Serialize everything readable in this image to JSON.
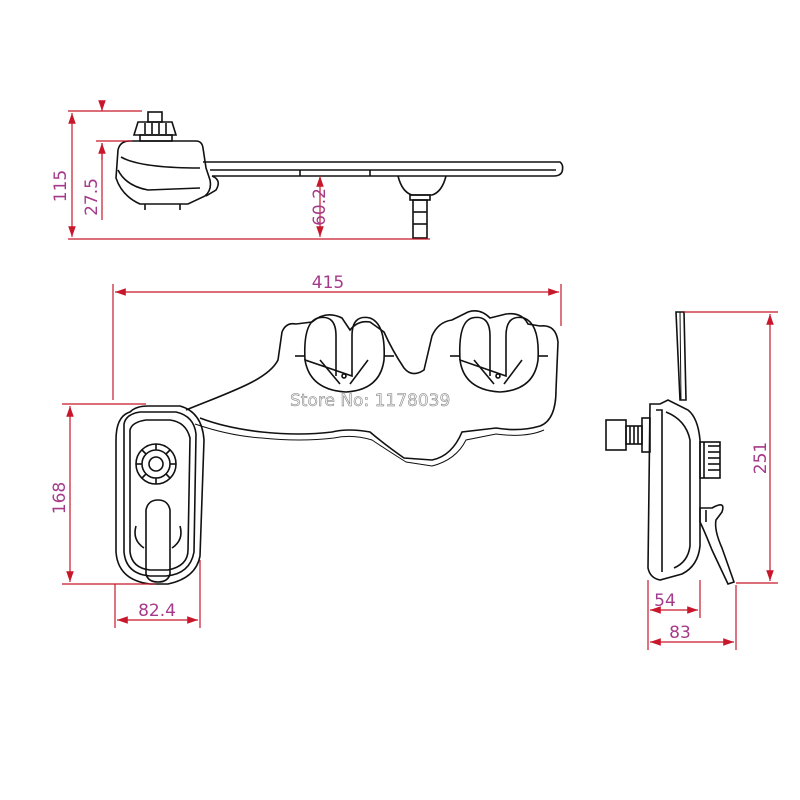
{
  "colors": {
    "dimension": "#c8172b",
    "dimension_text": "#a63a8a",
    "outline": "#111111",
    "watermark": "#f2f2f2"
  },
  "watermark": "Store No: 1178039",
  "views": {
    "side": {
      "dims": {
        "total_height": "115",
        "knob_height": "27.5",
        "nozzle_height": "60.2"
      }
    },
    "top": {
      "dims": {
        "width": "415",
        "height": "168",
        "base_width": "82.4"
      }
    },
    "end": {
      "dims": {
        "height": "251",
        "depth_inner": "54",
        "depth_outer": "83"
      }
    }
  }
}
